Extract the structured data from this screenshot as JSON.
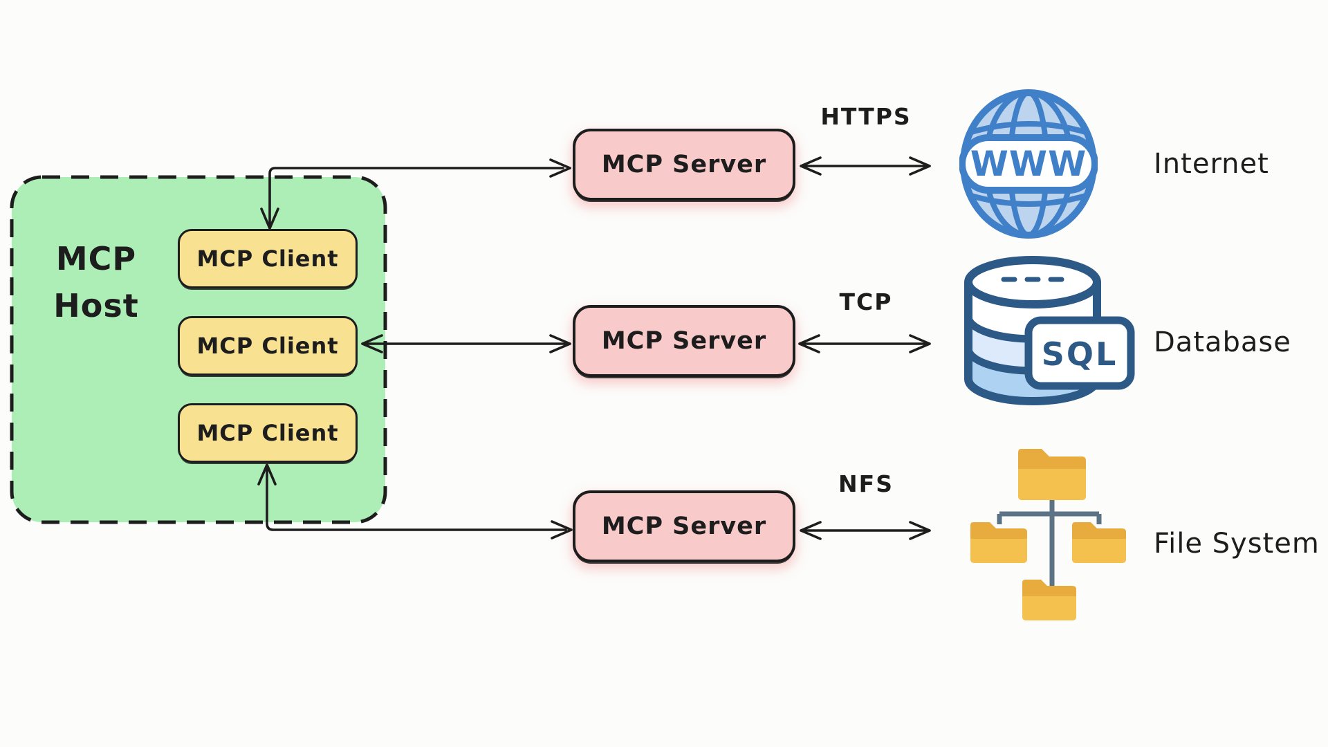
{
  "host": {
    "label": "MCP Host",
    "clients": [
      {
        "label": "MCP Client"
      },
      {
        "label": "MCP Client"
      },
      {
        "label": "MCP Client"
      }
    ]
  },
  "connections": [
    {
      "server": "MCP Server",
      "protocol": "HTTPS",
      "resource": "Internet",
      "resource_icon": "globe-www-icon"
    },
    {
      "server": "MCP Server",
      "protocol": "TCP",
      "resource": "Database",
      "resource_icon": "database-sql-icon"
    },
    {
      "server": "MCP Server",
      "protocol": "NFS",
      "resource": "File System",
      "resource_icon": "folder-tree-icon"
    }
  ],
  "icon_text": {
    "globe_banner": "WWW",
    "db_badge": "SQL"
  },
  "colors": {
    "background": "#fcfcfa",
    "stroke": "#1d1d1d",
    "host_fill": "#aceeb5",
    "client_fill": "#f8e292",
    "server_fill": "#f9caca",
    "globe_blue": "#4080c8",
    "globe_light_blue": "#bdd4ee",
    "db_navy": "#2d5986",
    "db_band_light": "#dceafb",
    "db_band_mid": "#aed2f2",
    "folder_dark": "#e7ab3e",
    "folder_light": "#f4c14f",
    "tree_connector": "#5c7285"
  }
}
